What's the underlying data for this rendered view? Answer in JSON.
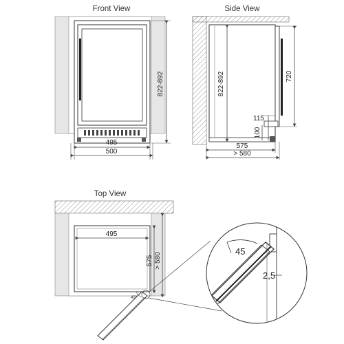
{
  "views": {
    "front": {
      "title": "Front View",
      "width_inner": "495",
      "width_outer": "500",
      "height": "822-892"
    },
    "side": {
      "title": "Side View",
      "height_left": "822-892",
      "height_right": "720",
      "dim_115": "115",
      "dim_100": "100",
      "depth": "575",
      "depth_min": "> 580"
    },
    "top": {
      "title": "Top View",
      "width": "495",
      "depth": "575",
      "depth_min": "> 580",
      "angle_small": "45°"
    },
    "detail": {
      "angle": "45",
      "gap": "2,5"
    }
  }
}
